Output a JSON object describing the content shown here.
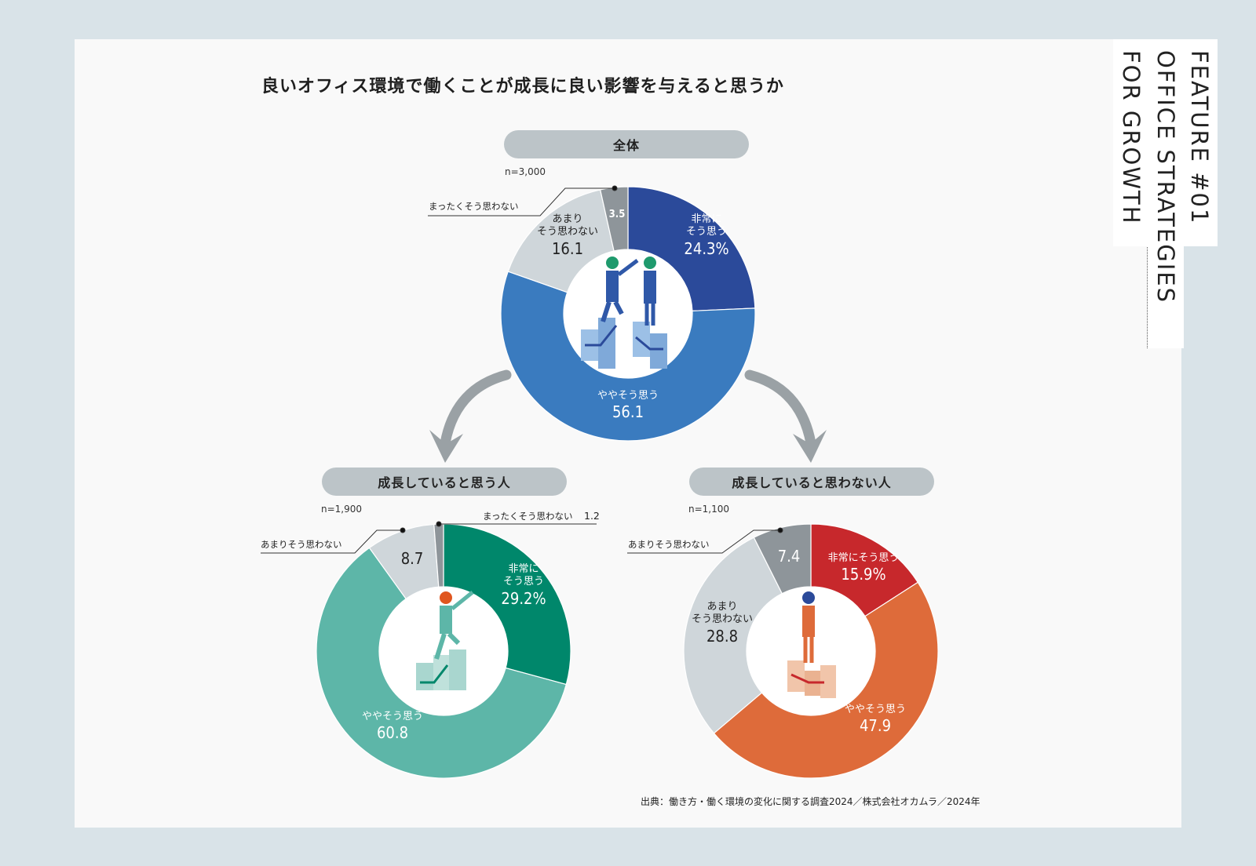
{
  "page": {
    "title": "良いオフィス環境で働くことが成長に良い影響を与えると思うか",
    "source": "出典：働き方・働く環境の変化に関する調査2024／株式会社オカムラ／2024年",
    "side_labels": [
      "FEATURE #01",
      "OFFICE STRATEGIES",
      "FOR GROWTH"
    ]
  },
  "groups": {
    "overall": {
      "header": "全体",
      "n": "n=3,000",
      "callout_none": "まったくそう思わない",
      "labels": {
        "strong_t1": "非常に",
        "strong_t2": "そう思う",
        "strong_v": "24.3%",
        "some_t": "ややそう思う",
        "some_v": "56.1",
        "notmuch_t1": "あまり",
        "notmuch_t2": "そう思わない",
        "notmuch_v": "16.1",
        "none_v": "3.5"
      }
    },
    "growing": {
      "header": "成長していると思う人",
      "n": "n=1,900",
      "callout_none": "まったくそう思わない",
      "callout_none_v": "1.2",
      "callout_notmuch": "あまりそう思わない",
      "labels": {
        "strong_t1": "非常に",
        "strong_t2": "そう思う",
        "strong_v": "29.2%",
        "some_t": "ややそう思う",
        "some_v": "60.8",
        "notmuch_v": "8.7"
      }
    },
    "not_growing": {
      "header": "成長していると思わない人",
      "n": "n=1,100",
      "callout_notmuch": "あまりそう思わない",
      "labels": {
        "strong_t": "非常にそう思う",
        "strong_v": "15.9%",
        "some_t": "ややそう思う",
        "some_v": "47.9",
        "notmuch_t1": "あまり",
        "notmuch_t2": "そう思わない",
        "notmuch_v": "28.8",
        "none_v": "7.4"
      }
    }
  },
  "colors": {
    "background": "#d9e3e8",
    "panel": "#f9f9f9",
    "pill": "#bcc4c8",
    "overall": [
      "#2b4a9a",
      "#3a7bbf",
      "#cfd6da",
      "#8e959a"
    ],
    "growing": [
      "#00876b",
      "#5db6a8",
      "#cfd6da",
      "#8e959a"
    ],
    "not_growing": [
      "#c7282c",
      "#de6b3a",
      "#cfd6da",
      "#8e959a"
    ]
  },
  "chart_data": [
    {
      "type": "pie",
      "title": "全体",
      "n": 3000,
      "categories": [
        "非常にそう思う",
        "ややそう思う",
        "あまりそう思わない",
        "まったくそう思わない"
      ],
      "values": [
        24.3,
        56.1,
        16.1,
        3.5
      ],
      "unit": "%",
      "donut": true
    },
    {
      "type": "pie",
      "title": "成長していると思う人",
      "n": 1900,
      "categories": [
        "非常にそう思う",
        "ややそう思う",
        "あまりそう思わない",
        "まったくそう思わない"
      ],
      "values": [
        29.2,
        60.8,
        8.7,
        1.2
      ],
      "unit": "%",
      "donut": true
    },
    {
      "type": "pie",
      "title": "成長していると思わない人",
      "n": 1100,
      "categories": [
        "非常にそう思う",
        "ややそう思う",
        "あまりそう思わない",
        "まったくそう思わない"
      ],
      "values": [
        15.9,
        47.9,
        28.8,
        7.4
      ],
      "unit": "%",
      "donut": true
    }
  ]
}
